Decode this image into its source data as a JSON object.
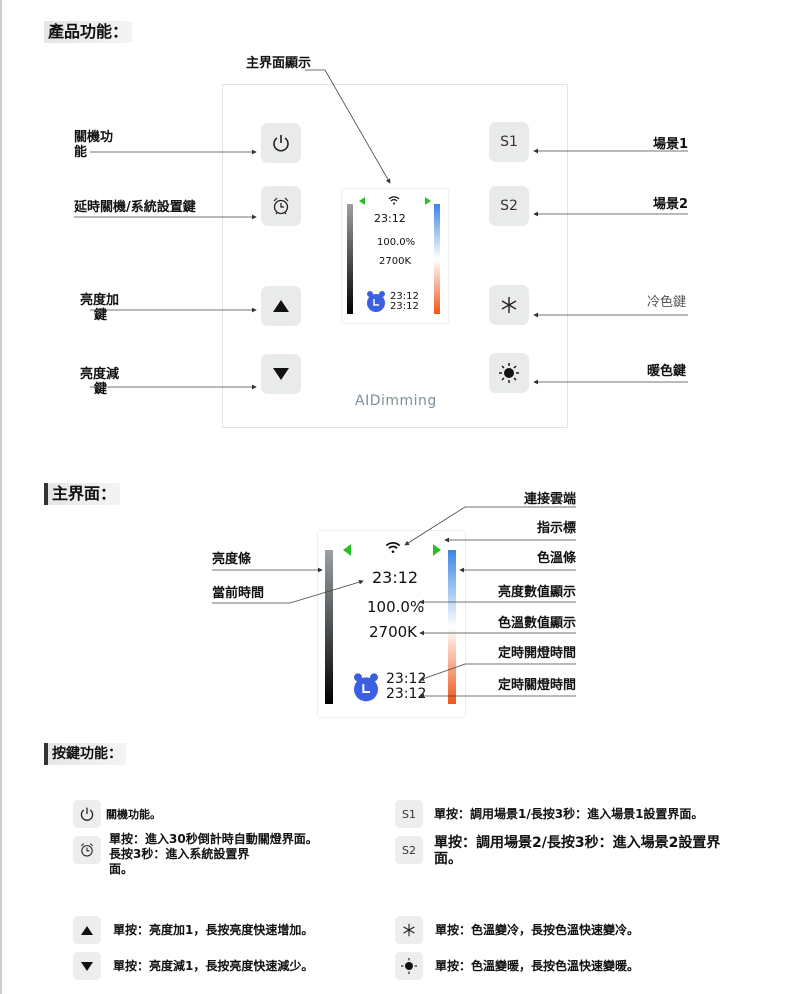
{
  "sections": {
    "product": "產品功能：",
    "main": "主界面：",
    "keys": "按鍵功能："
  },
  "product": {
    "main_display_label": "主界面顯示",
    "left_labels": [
      "關機功",
      "能",
      "延時關機/系統設置鍵",
      "亮度加",
      "鍵",
      "亮度減",
      "鍵"
    ],
    "right_labels": [
      "場景1",
      "場景2",
      "冷色鍵",
      "暖色鍵"
    ],
    "buttons": {
      "s1": "S1",
      "s2": "S2"
    },
    "logo": "AIDimming",
    "screen": {
      "time": "23:12",
      "brightness": "100.0%",
      "cct": "2700K",
      "timer_on": "23:12",
      "timer_off": "23:12"
    }
  },
  "main": {
    "screen": {
      "time": "23:12",
      "brightness": "100.0%",
      "cct": "2700K",
      "timer_on": "23:12",
      "timer_off": "23:12"
    },
    "left_labels": [
      "亮度條",
      "當前時間"
    ],
    "right_labels": [
      "連接雲端",
      "指示標",
      "色溫條",
      "亮度數值顯示",
      "色溫數值顯示",
      "定時開燈時間",
      "定時關燈時間"
    ]
  },
  "keys": {
    "power": "關機功能。",
    "timer": [
      "單按：進入30秒倒計時自動關燈界面。",
      "長按3秒：進入系統設置界",
      "面。"
    ],
    "s1_label": "S1",
    "s1": "單按：調用場景1/長按3秒：進入場景1設置界面。",
    "s2_label": "S2",
    "s2": [
      "單按：調用場景2/長按3秒：進入場景2設置界",
      "面。"
    ],
    "up": "單按：亮度加1，長按亮度快速增加。",
    "down": "單按：亮度減1，長按亮度快速減少。",
    "cool": "單按：色溫變冷，長按色溫快速變冷。",
    "warm": "單按：色溫變暖，長按色溫快速變暖。"
  },
  "colors": {
    "green": "#2cbd2c",
    "blue": "#3c86e6",
    "orange": "#f0561a",
    "alarm": "#3b5fe0"
  }
}
